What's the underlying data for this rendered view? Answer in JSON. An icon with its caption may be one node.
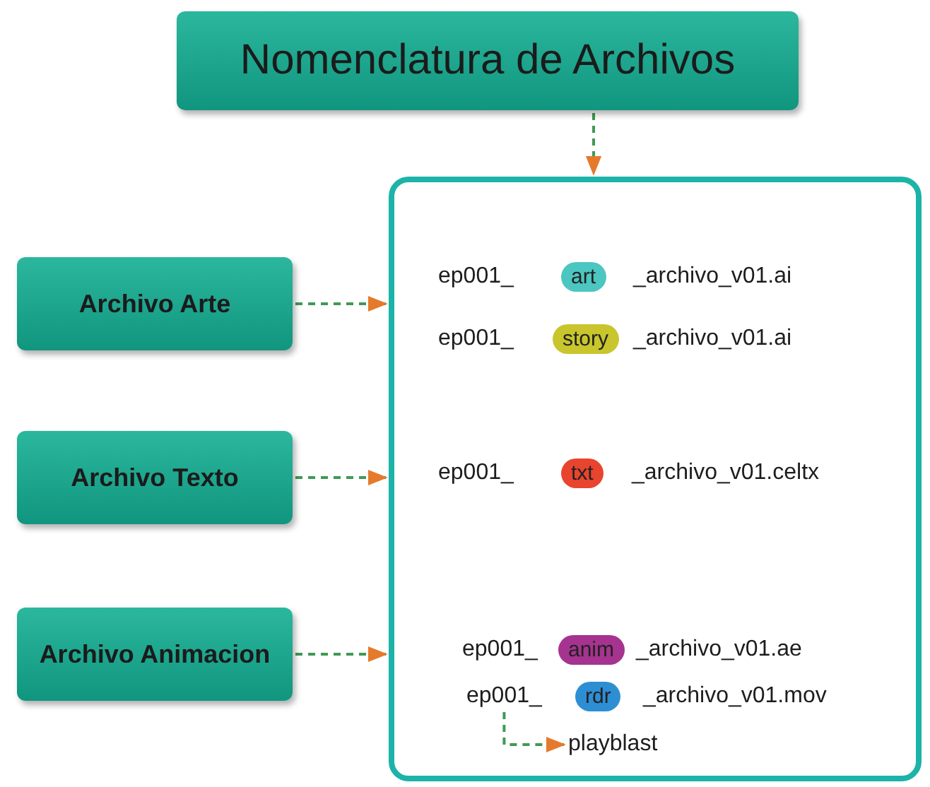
{
  "diagram": {
    "nodes": [
      {
        "text": [
          "Nomenclatura de Archivos"
        ]
      },
      {
        "text": [],
        "shape": "box"
      },
      {
        "text": [
          "Archivo Arte"
        ]
      },
      {
        "text": [
          "Archivo Texto"
        ]
      },
      {
        "text": [
          "Archivo Animacion"
        ]
      },
      {
        "text": [
          "art"
        ],
        "in": 1
      },
      {
        "text": [
          "story"
        ],
        "in": 1
      },
      {
        "text": [
          "txt"
        ],
        "in": 1
      },
      {
        "text": [
          "anim"
        ],
        "in": 1
      },
      {
        "text": [
          "ep001_"
        ],
        "in": 1
      },
      {
        "text": [
          "rdr"
        ],
        "in": 1
      },
      {
        "text": [
          "playblast"
        ],
        "in": 1
      }
    ],
    "edges": [
      {
        "from": 0,
        "to": 1,
        "arrow": "to",
        "style": "dashed"
      },
      {
        "from": 2,
        "to": 1,
        "arrow": "to",
        "style": "dashed"
      },
      {
        "from": 3,
        "to": 1,
        "arrow": "to",
        "style": "dashed"
      },
      {
        "from": 4,
        "to": 1,
        "arrow": "to",
        "style": "dashed"
      },
      {
        "from": 9,
        "to": 11,
        "arrow": "to",
        "style": "dashed"
      }
    ],
    "labels": [
      "ep001_",
      "_archivo_v01.ai",
      "ep001_",
      "_archivo_v01.ai",
      "ep001_",
      "_archivo_v01.celtx",
      "ep001_",
      "_archivo_v01.ae",
      "_archivo_v01.mov"
    ]
  }
}
